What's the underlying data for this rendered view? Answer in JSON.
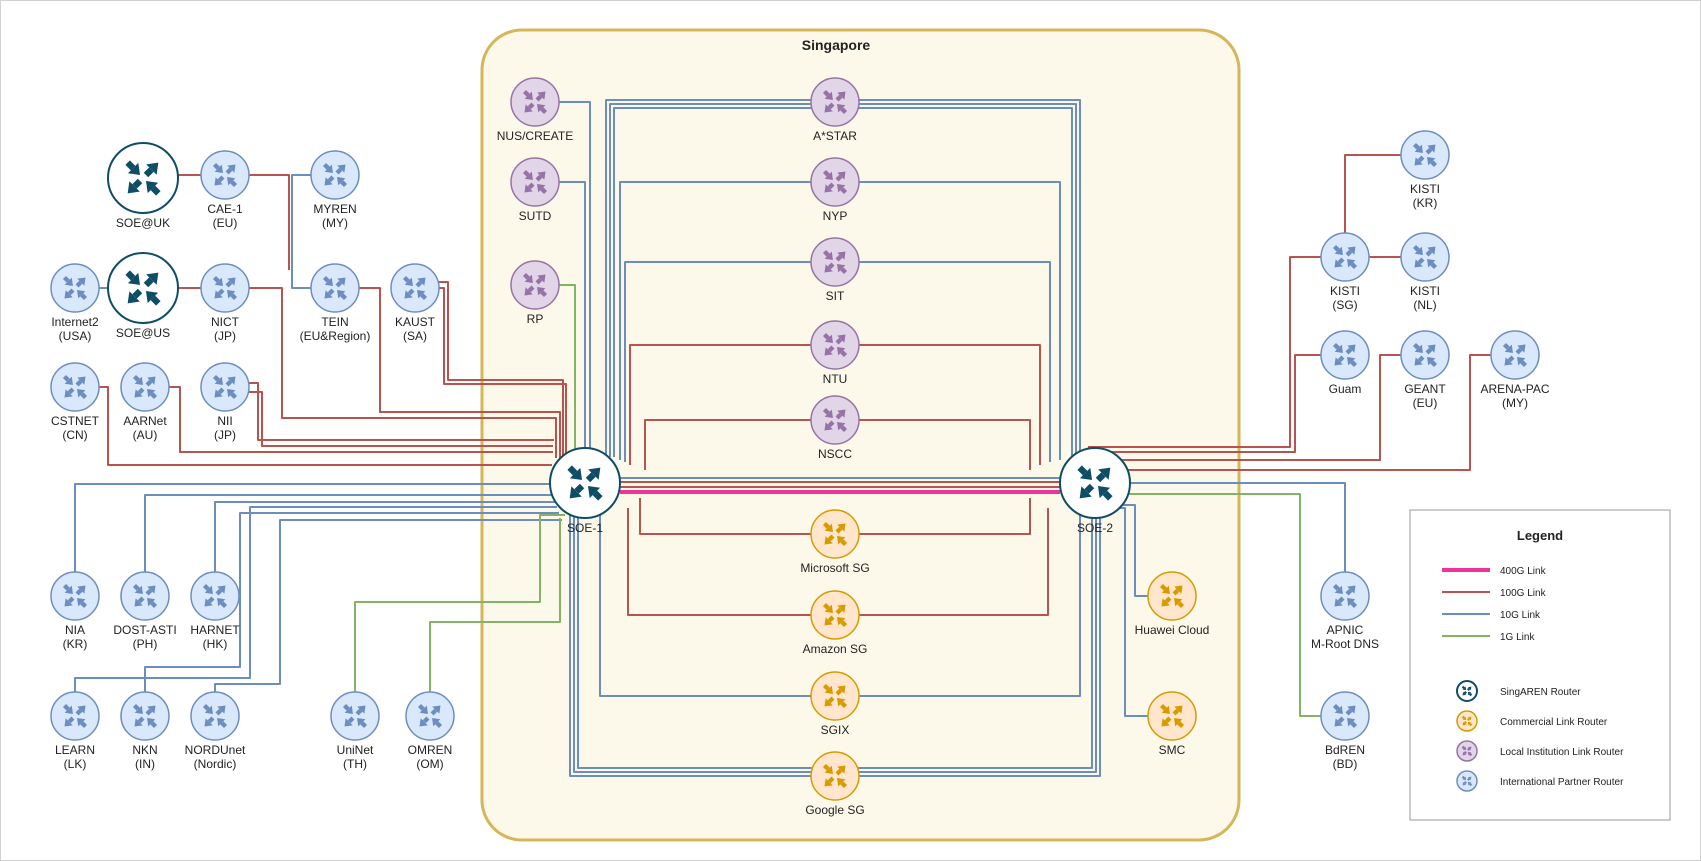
{
  "region_title": "Singapore",
  "colors": {
    "link_400g": "#ee3399",
    "link_100g": "#b85450",
    "link_10g": "#6c8ebf",
    "link_1g": "#82b366",
    "region_fill": "#fdf9ea",
    "region_border": "#d6b656",
    "singaren_fill": "#ffffff",
    "singaren_stroke": "#0f4d66",
    "commercial_fill": "#ffe6cc",
    "commercial_stroke": "#d79b00",
    "local_fill": "#e1d5e7",
    "local_stroke": "#9673a6",
    "international_fill": "#dae8fc",
    "international_stroke": "#6c8ebf"
  },
  "nodes": {
    "soe_uk": {
      "lines": [
        "SOE@UK"
      ],
      "kind": "singaren"
    },
    "soe_us": {
      "lines": [
        "SOE@US"
      ],
      "kind": "singaren"
    },
    "soe1": {
      "lines": [
        "SOE-1"
      ],
      "kind": "singaren"
    },
    "soe2": {
      "lines": [
        "SOE-2"
      ],
      "kind": "singaren"
    },
    "internet2": {
      "lines": [
        "Internet2",
        "(USA)"
      ],
      "kind": "international"
    },
    "cae1": {
      "lines": [
        "CAE-1",
        "(EU)"
      ],
      "kind": "international"
    },
    "myren": {
      "lines": [
        "MYREN",
        "(MY)"
      ],
      "kind": "international"
    },
    "nict": {
      "lines": [
        "NICT",
        "(JP)"
      ],
      "kind": "international"
    },
    "tein": {
      "lines": [
        "TEIN",
        "(EU&Region)"
      ],
      "kind": "international"
    },
    "kaust": {
      "lines": [
        "KAUST",
        "(SA)"
      ],
      "kind": "international"
    },
    "cstnet": {
      "lines": [
        "CSTNET",
        "(CN)"
      ],
      "kind": "international"
    },
    "aarnet": {
      "lines": [
        "AARNet",
        "(AU)"
      ],
      "kind": "international"
    },
    "nii": {
      "lines": [
        "NII",
        "(JP)"
      ],
      "kind": "international"
    },
    "nia": {
      "lines": [
        "NIA",
        "(KR)"
      ],
      "kind": "international"
    },
    "dost": {
      "lines": [
        "DOST-ASTI",
        "(PH)"
      ],
      "kind": "international"
    },
    "harnet": {
      "lines": [
        "HARNET",
        "(HK)"
      ],
      "kind": "international"
    },
    "learn": {
      "lines": [
        "LEARN",
        "(LK)"
      ],
      "kind": "international"
    },
    "nkn": {
      "lines": [
        "NKN",
        "(IN)"
      ],
      "kind": "international"
    },
    "nordunet": {
      "lines": [
        "NORDUnet",
        "(Nordic)"
      ],
      "kind": "international"
    },
    "uninet": {
      "lines": [
        "UniNet",
        "(TH)"
      ],
      "kind": "international"
    },
    "omren": {
      "lines": [
        "OMREN",
        "(OM)"
      ],
      "kind": "international"
    },
    "nus": {
      "lines": [
        "NUS/CREATE"
      ],
      "kind": "local"
    },
    "sutd": {
      "lines": [
        "SUTD"
      ],
      "kind": "local"
    },
    "rp": {
      "lines": [
        "RP"
      ],
      "kind": "local"
    },
    "astar": {
      "lines": [
        "A*STAR"
      ],
      "kind": "local"
    },
    "nyp": {
      "lines": [
        "NYP"
      ],
      "kind": "local"
    },
    "sit": {
      "lines": [
        "SIT"
      ],
      "kind": "local"
    },
    "ntu": {
      "lines": [
        "NTU"
      ],
      "kind": "local"
    },
    "nscc": {
      "lines": [
        "NSCC"
      ],
      "kind": "local"
    },
    "msft": {
      "lines": [
        "Microsoft SG"
      ],
      "kind": "commercial"
    },
    "amazon": {
      "lines": [
        "Amazon SG"
      ],
      "kind": "commercial"
    },
    "sgix": {
      "lines": [
        "SGIX"
      ],
      "kind": "commercial"
    },
    "google": {
      "lines": [
        "Google SG"
      ],
      "kind": "commercial"
    },
    "huawei": {
      "lines": [
        "Huawei Cloud"
      ],
      "kind": "commercial"
    },
    "smc": {
      "lines": [
        "SMC"
      ],
      "kind": "commercial"
    },
    "kisti_kr": {
      "lines": [
        "KISTI",
        "(KR)"
      ],
      "kind": "international"
    },
    "kisti_sg": {
      "lines": [
        "KISTI",
        "(SG)"
      ],
      "kind": "international"
    },
    "kisti_nl": {
      "lines": [
        "KISTI",
        "(NL)"
      ],
      "kind": "international"
    },
    "guam": {
      "lines": [
        "Guam"
      ],
      "kind": "international"
    },
    "geant": {
      "lines": [
        "GEANT",
        "(EU)"
      ],
      "kind": "international"
    },
    "arenapac": {
      "lines": [
        "ARENA-PAC",
        "(MY)"
      ],
      "kind": "international"
    },
    "apnic": {
      "lines": [
        "APNIC",
        "M-Root DNS"
      ],
      "kind": "international"
    },
    "bdren": {
      "lines": [
        "BdREN",
        "(BD)"
      ],
      "kind": "international"
    }
  },
  "legend": {
    "title": "Legend",
    "links": [
      {
        "label": "400G Link",
        "color": "#ee3399"
      },
      {
        "label": "100G Link",
        "color": "#b85450"
      },
      {
        "label": "10G Link",
        "color": "#6c8ebf"
      },
      {
        "label": "1G Link",
        "color": "#82b366"
      }
    ],
    "routers": [
      {
        "label": "SingAREN Router",
        "kind": "singaren"
      },
      {
        "label": "Commercial Link Router",
        "kind": "commercial"
      },
      {
        "label": "Local Institution Link Router",
        "kind": "local"
      },
      {
        "label": "International Partner Router",
        "kind": "international"
      }
    ]
  }
}
